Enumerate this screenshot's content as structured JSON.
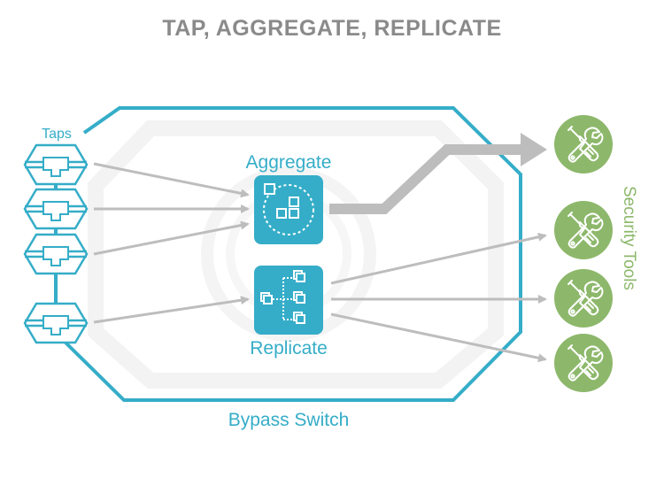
{
  "title": "TAP, AGGREGATE, REPLICATE",
  "colors": {
    "teal": "#35adc8",
    "green": "#8db86b",
    "arrow_gray": "#bdbdbd",
    "title_gray": "#8a8a8a",
    "bg_shape": "#f3f3f3"
  },
  "taps": {
    "label": "Taps",
    "items": [
      {
        "id": "tap-1",
        "icon": "network-tap-icon"
      },
      {
        "id": "tap-2",
        "icon": "network-tap-icon"
      },
      {
        "id": "tap-3",
        "icon": "network-tap-icon"
      },
      {
        "id": "tap-4",
        "icon": "network-tap-icon"
      }
    ]
  },
  "nodes": {
    "aggregate": {
      "label": "Aggregate",
      "icon": "aggregate-icon"
    },
    "replicate": {
      "label": "Replicate",
      "icon": "replicate-icon"
    }
  },
  "bypass_switch": {
    "label": "Bypass Switch"
  },
  "security_tools": {
    "label": "Security Tools",
    "items": [
      {
        "id": "tool-1",
        "icon": "tools-icon"
      },
      {
        "id": "tool-2",
        "icon": "tools-icon"
      },
      {
        "id": "tool-3",
        "icon": "tools-icon"
      },
      {
        "id": "tool-4",
        "icon": "tools-icon"
      }
    ]
  },
  "connections": [
    {
      "from": "tap-1",
      "to": "aggregate"
    },
    {
      "from": "tap-2",
      "to": "aggregate"
    },
    {
      "from": "tap-3",
      "to": "aggregate"
    },
    {
      "from": "tap-4",
      "to": "replicate"
    },
    {
      "from": "aggregate",
      "to": "tool-1",
      "style": "thick"
    },
    {
      "from": "replicate",
      "to": "tool-2"
    },
    {
      "from": "replicate",
      "to": "tool-3"
    },
    {
      "from": "replicate",
      "to": "tool-4"
    }
  ]
}
